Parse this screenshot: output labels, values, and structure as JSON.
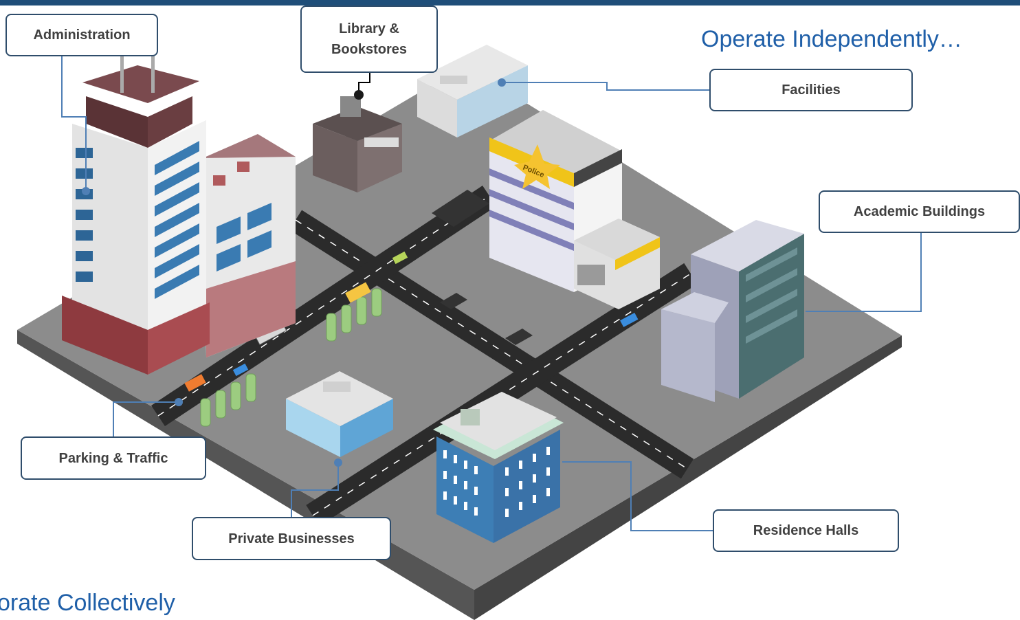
{
  "headings": {
    "independent": "Operate Independently…",
    "collective": "orate Collectively"
  },
  "callouts": {
    "administration": "Administration",
    "library": "Library & Bookstores",
    "facilities": "Facilities",
    "academic": "Academic Buildings",
    "parking": "Parking & Traffic",
    "private_business": "Private Businesses",
    "residence": "Residence Halls"
  },
  "building_signs": {
    "police": "Police"
  },
  "colors": {
    "heading": "#1f5fa8",
    "callout_border": "#2f4d6b",
    "connector": "#4f7fb5",
    "ground": "#8c8c8c",
    "road": "#2b2b2b",
    "top_bar": "#1f4e79"
  }
}
